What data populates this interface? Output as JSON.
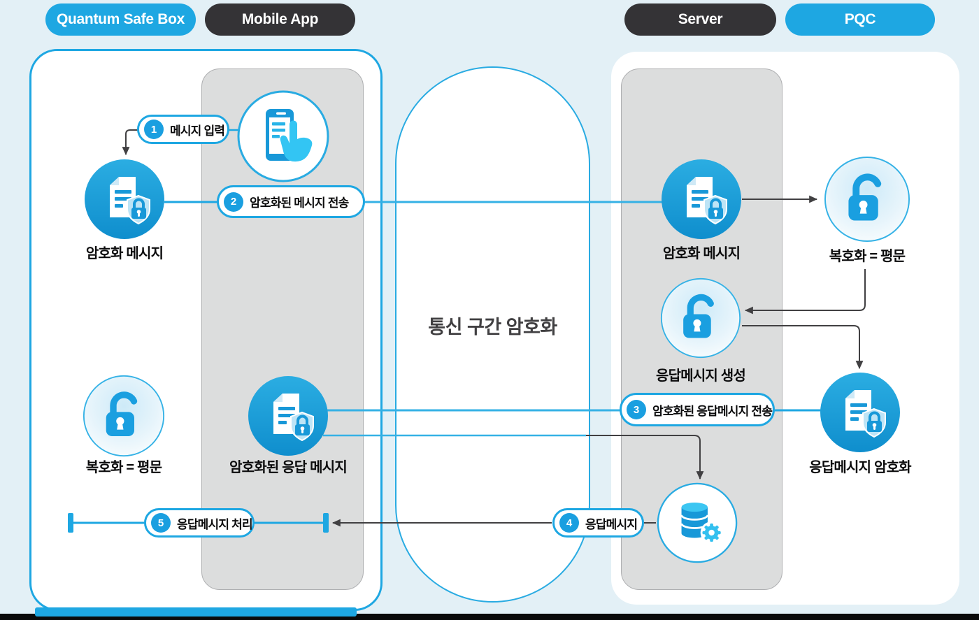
{
  "badges": [
    {
      "label": "Quantum Safe Box",
      "style": "blue"
    },
    {
      "label": "Mobile App",
      "style": "dark"
    },
    {
      "label": "Server",
      "style": "dark"
    },
    {
      "label": "PQC",
      "style": "blue"
    }
  ],
  "capsule": {
    "title": "통신 구간 암호화"
  },
  "steps": [
    {
      "num": "1",
      "label": "메시지 입력"
    },
    {
      "num": "2",
      "label": "암호화된 메시지 전송"
    },
    {
      "num": "3",
      "label": "암호화된 응답메시지 전송"
    },
    {
      "num": "4",
      "label": "응답메시지"
    },
    {
      "num": "5",
      "label": "응답메시지 처리"
    }
  ],
  "nodes": {
    "phone": {
      "icon": "phone-touch-icon",
      "label": ""
    },
    "encryptedMessageLeft": {
      "icon": "document-lock-icon",
      "label": "암호화 메시지"
    },
    "encryptedMessageRight": {
      "icon": "document-lock-icon",
      "label": "암호화 메시지"
    },
    "decryptPlainRight": {
      "icon": "open-lock-icon",
      "label": "복호화 = 평문"
    },
    "responseCreate": {
      "icon": "open-lock-icon",
      "label": "응답메시지 생성"
    },
    "responseEncrypt": {
      "icon": "document-lock-icon",
      "label": "응답메시지 암호화"
    },
    "database": {
      "icon": "database-gear-icon",
      "label": ""
    },
    "encryptedResponseLeft": {
      "icon": "document-lock-icon",
      "label": "암호화된 응답 메시지"
    },
    "decryptPlainLeft": {
      "icon": "open-lock-icon",
      "label": "복호화 = 평문"
    }
  },
  "colors": {
    "accentBlue": "#1ea7e2",
    "darkBadge": "#343336",
    "iconBlue": "#1898d8",
    "iconLightBlue": "#33c5f3",
    "shieldBlue": "#bde4f6",
    "arrowDark": "#414042",
    "background": "#e3f0f6",
    "columnGray": "#dcdddd",
    "bottomBar": "#0a0a0a"
  }
}
